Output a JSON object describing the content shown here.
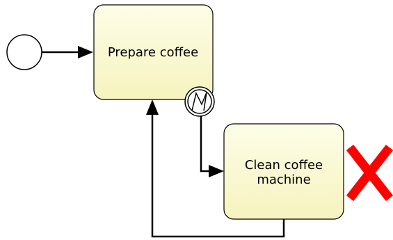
{
  "tasks": [
    {
      "label_lines": [
        "Prepare coffee"
      ]
    },
    {
      "label_lines": [
        "Clean coffee",
        "machine"
      ]
    }
  ],
  "colors": {
    "task_fill_top": "#fdfde8",
    "task_fill_bottom": "#f6f3be",
    "stroke": "#000000",
    "error_mark": "#ff0000"
  },
  "icons": {
    "start_event": "start-event-circle",
    "boundary_event": "error-boundary-event-icon",
    "invalid_marker": "red-x-icon"
  }
}
